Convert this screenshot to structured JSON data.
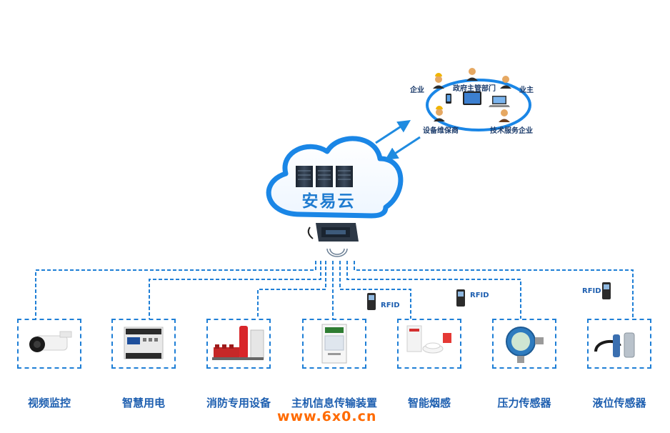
{
  "cloud": {
    "title": "安易云"
  },
  "stakeholders": {
    "enterprise": "企业",
    "government": "政府主管部门",
    "owner": "业主",
    "maintainer": "设备维保商",
    "tech_service": "技术服务企业"
  },
  "devices": [
    {
      "label": "视频监控"
    },
    {
      "label": "智慧用电"
    },
    {
      "label": "消防专用设备"
    },
    {
      "label": "主机信息传输装置"
    },
    {
      "label": "智能烟感"
    },
    {
      "label": "压力传感器"
    },
    {
      "label": "液位传感器"
    }
  ],
  "rfid": [
    "RFID",
    "RFID",
    "RFID"
  ],
  "watermark": "www.6x0.cn",
  "colors": {
    "line": "#1f7fd6",
    "label": "#1e5fb0",
    "watermark": "#ff6a00"
  }
}
